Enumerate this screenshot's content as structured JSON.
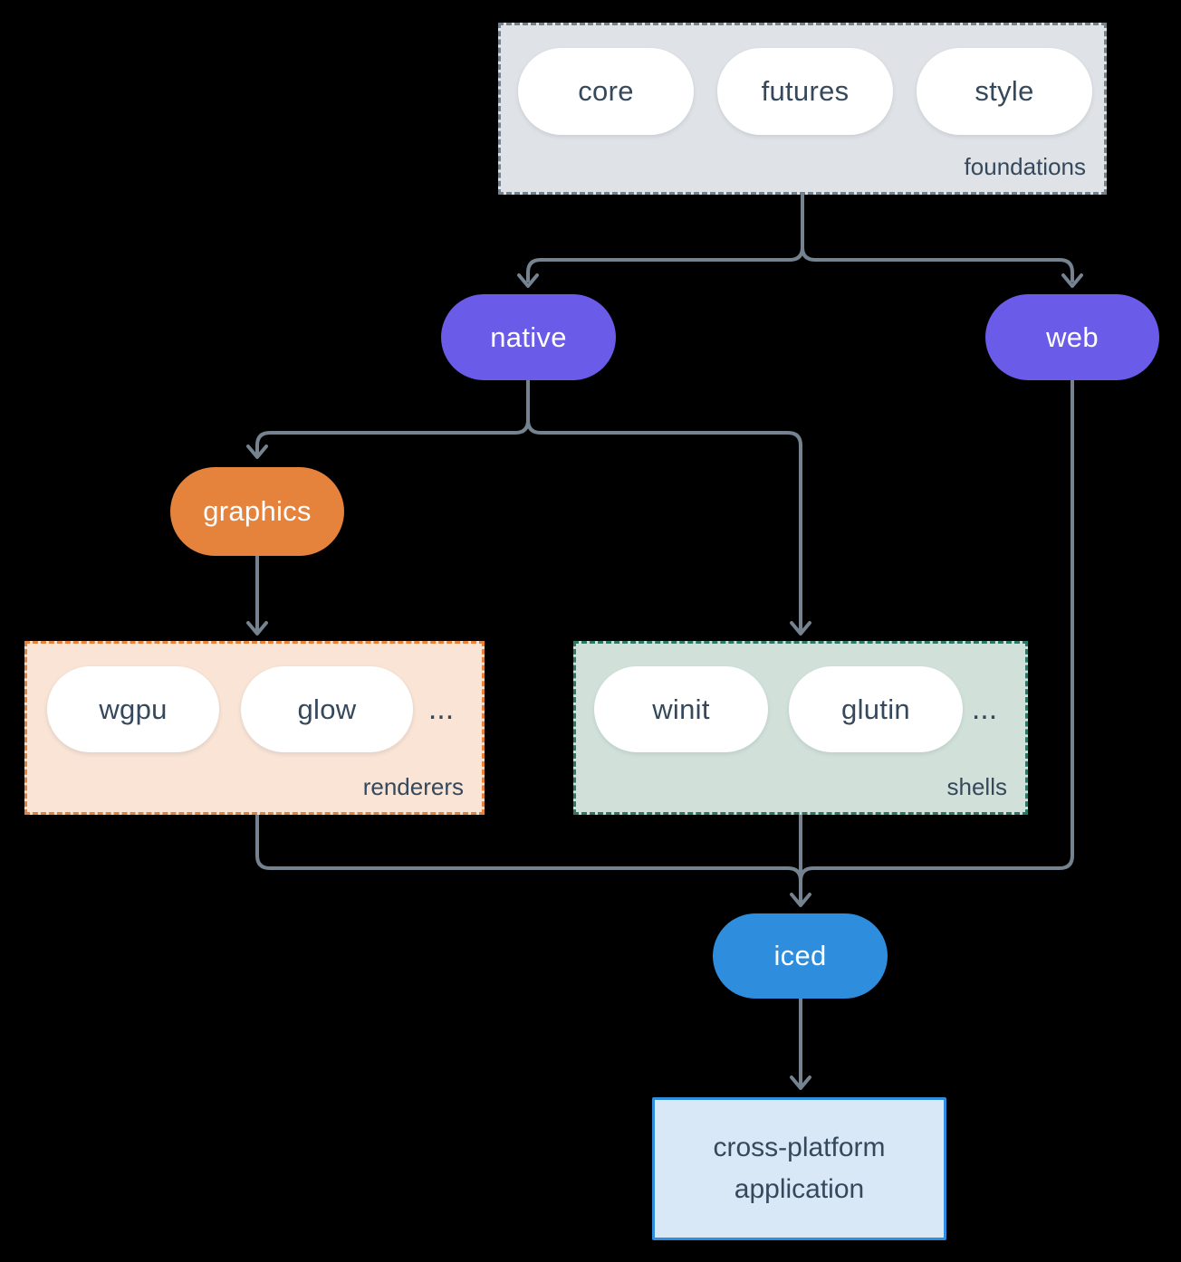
{
  "colors": {
    "background": "#000000",
    "text": "#35485c",
    "connector": "#75828f",
    "purple": "#6a5ce8",
    "orange": "#e5823b",
    "blue": "#2e8ddc",
    "pill-bg": "#ffffff",
    "foundations-bg": "#dfe3e7",
    "foundations-border": "#76838f",
    "renderers-bg": "#f9e4d5",
    "renderers-border": "#e5823b",
    "shells-bg": "#d1e1da",
    "shells-border": "#2e7767",
    "app-bg": "#d9e8f7",
    "app-border": "#2e8ddc"
  },
  "diagram": {
    "foundations": {
      "label": "foundations",
      "items": [
        "core",
        "futures",
        "style"
      ]
    },
    "native": {
      "label": "native"
    },
    "web": {
      "label": "web"
    },
    "graphics": {
      "label": "graphics"
    },
    "renderers": {
      "label": "renderers",
      "items": [
        "wgpu",
        "glow"
      ],
      "ellipsis": "..."
    },
    "shells": {
      "label": "shells",
      "items": [
        "winit",
        "glutin"
      ],
      "ellipsis": "..."
    },
    "iced": {
      "label": "iced"
    },
    "application": {
      "label": "cross-platform application"
    }
  },
  "edges": [
    {
      "from": "foundations",
      "to": "native"
    },
    {
      "from": "foundations",
      "to": "web"
    },
    {
      "from": "native",
      "to": "graphics"
    },
    {
      "from": "native",
      "to": "shells"
    },
    {
      "from": "graphics",
      "to": "renderers"
    },
    {
      "from": "renderers",
      "to": "iced"
    },
    {
      "from": "shells",
      "to": "iced"
    },
    {
      "from": "web",
      "to": "iced"
    },
    {
      "from": "iced",
      "to": "application"
    }
  ]
}
